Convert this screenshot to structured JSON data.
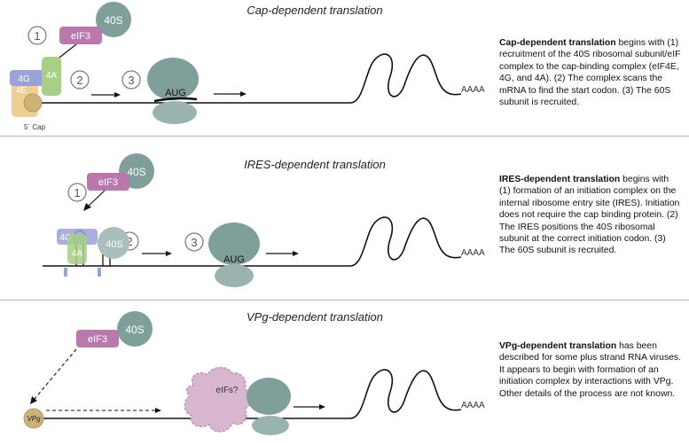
{
  "panels": [
    {
      "title": "Cap-dependent translation",
      "desc_bold": "Cap-dependent translation",
      "desc_rest": " begins with (1) recruitment of the 40S ribosomal subunit/eIF complex to the cap-binding complex (eIF4E, 4G, and 4A). (2) The complex scans the mRNA to find the start codon. (3) The 60S subunit is recruited.",
      "labels": {
        "step1": "1",
        "step2": "2",
        "step3": "3",
        "ribosome40S": "40S",
        "eIF3": "eIF3",
        "eIF4A": "4A",
        "eIF4G": "4G",
        "eIF4E": "4E",
        "cap": "5´ Cap",
        "aug": "AUG",
        "polyA": "AAAA"
      }
    },
    {
      "title": "IRES-dependent translation",
      "desc_bold": "IRES-dependent translation",
      "desc_rest": " begins with (1) formation of an initiation complex on the internal ribosome entry site (IRES). Initiation does not require the cap binding protein. (2) The IRES positions the 40S ribosomal subunit at the correct initiation codon. (3) The 60S subunit is recruited.",
      "labels": {
        "step1": "1",
        "step2": "2",
        "step3": "3",
        "ribosome40S_top": "40S",
        "ribosome40S_bound": "40S",
        "eIF3": "eIF3",
        "eIF4G": "4G",
        "eIF4A": "4A",
        "aug": "AUG",
        "polyA": "AAAA"
      }
    },
    {
      "title": "VPg-dependent translation",
      "desc_bold": "VPg-dependent translation",
      "desc_rest": " has been described for some plus strand RNA viruses. It appears to begin with formation of an initiation complex by interactions with VPg. Other details of the process are not known.",
      "labels": {
        "ribosome40S": "40S",
        "eIF3": "eIF3",
        "vpg": "VPg",
        "eifs": "eIFs?",
        "polyA": "AAAA"
      }
    }
  ],
  "colors": {
    "ribosome": "#7f9f9a",
    "ribosome_light": "#a9bfbb",
    "eIF3": "#b979ad",
    "eIF4A": "#a8cf86",
    "eIF4G": "#9aa2d8",
    "eIF4E": "#f0cf93",
    "cap": "#cdb277",
    "eifs_blob": "#d8b6cf"
  }
}
